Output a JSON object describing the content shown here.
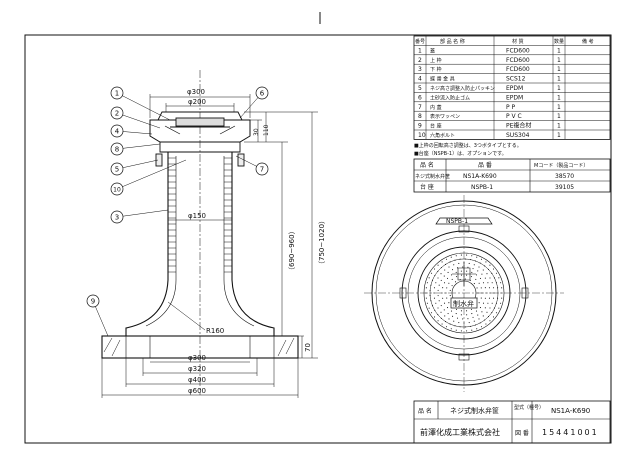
{
  "parts_table": {
    "headers": [
      "番号",
      "部 品 名 称",
      "材 質",
      "数量",
      "備 考"
    ],
    "rows": [
      {
        "no": "1",
        "name": "蓋",
        "material": "FCD600",
        "qty": "1",
        "note": ""
      },
      {
        "no": "2",
        "name": "上 枠",
        "material": "FCD600",
        "qty": "1",
        "note": ""
      },
      {
        "no": "3",
        "name": "下 枠",
        "material": "FCD600",
        "qty": "1",
        "note": ""
      },
      {
        "no": "4",
        "name": "蝶 番 金 具",
        "material": "SCS12",
        "qty": "1",
        "note": ""
      },
      {
        "no": "5",
        "name": "ネジ高さ調整入防止パッキン",
        "material": "EPDM",
        "qty": "1",
        "note": ""
      },
      {
        "no": "6",
        "name": "土砂流入防止ゴム",
        "material": "EPDM",
        "qty": "1",
        "note": ""
      },
      {
        "no": "7",
        "name": "内 蓋",
        "material": "P P",
        "qty": "1",
        "note": ""
      },
      {
        "no": "8",
        "name": "表示ワッペン",
        "material": "P V C",
        "qty": "1",
        "note": ""
      },
      {
        "no": "9",
        "name": "台 座",
        "material": "PE複合材",
        "qty": "1",
        "note": ""
      },
      {
        "no": "10",
        "name": "六角ボルト",
        "material": "SUS304",
        "qty": "1",
        "note": ""
      }
    ]
  },
  "notes": [
    "■上枠の回転高さ調整は、3つボタイプとする。",
    "■台座（NSPB-1）は、オプションです。"
  ],
  "model_table": {
    "headers": [
      "品 名",
      "品 番",
      "Mコード（製品コード）"
    ],
    "rows": [
      {
        "name": "ネジ式制水弁筐",
        "part": "NS1A-K690",
        "code": "38570"
      },
      {
        "name": "台 座",
        "part": "NSPB-1",
        "code": "39105"
      }
    ]
  },
  "title_block": {
    "name_label": "品 名",
    "name": "ネジ式制水弁筐",
    "model_label": "型式（種号）",
    "model": "NS1A-K690",
    "company": "前澤化成工業株式会社",
    "drawing_label": "図 番",
    "drawing_no": "15441001"
  },
  "dimensions": {
    "top_outer": "φ300",
    "top_inner": "φ200",
    "pipe": "φ150",
    "base_opening": "φ300",
    "base_1": "φ320",
    "base_2": "φ400",
    "base_3": "φ600",
    "radius": "R160",
    "height_base": "70",
    "height_range_1": "（690~960）",
    "height_range_2": "（750~1020）",
    "lid_30": "30",
    "lid_110": "110"
  },
  "callouts": [
    "1",
    "2",
    "4",
    "8",
    "5",
    "10",
    "3",
    "9",
    "6",
    "7"
  ],
  "lid_text": {
    "badge": "NSPB-1",
    "center": "制水弁"
  }
}
